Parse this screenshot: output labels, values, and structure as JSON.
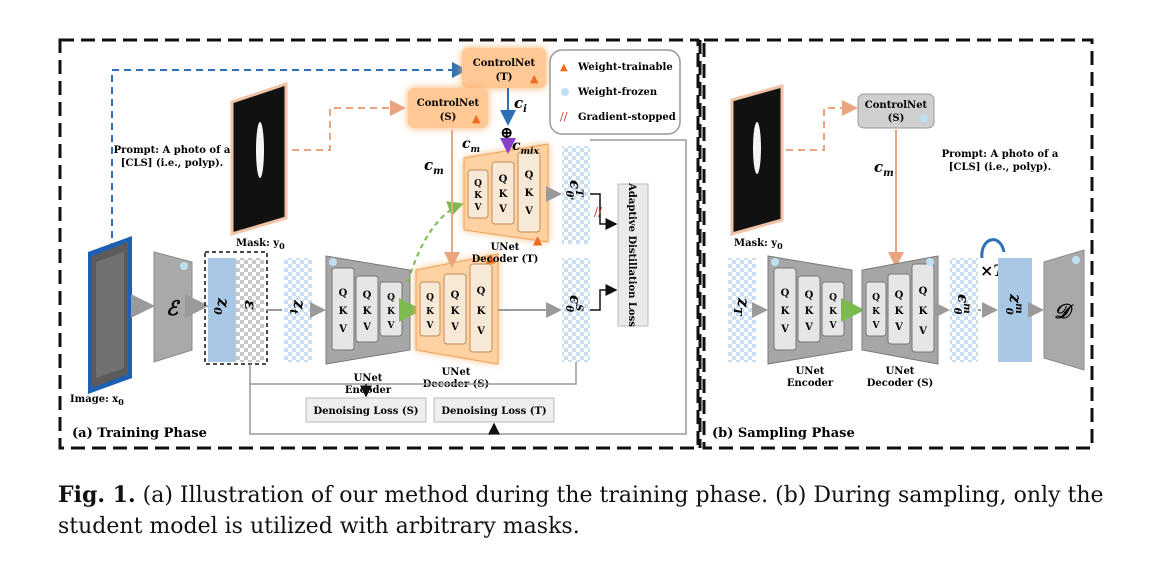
{
  "training": {
    "phase_label": "(a) Training Phase",
    "controlnet_t": [
      "ControlNet",
      "(T)"
    ],
    "controlnet_s": [
      "ControlNet",
      "(S)"
    ],
    "prompt": [
      "Prompt: A photo of a",
      "[CLS] (i.e., polyp)."
    ],
    "mask_label": "Mask: y",
    "mask_sub": "0",
    "image_label": "Image: x",
    "image_sub": "0",
    "encoder_sym": "ℰ",
    "z0": "z",
    "z0_sub": "0",
    "eps": "ε",
    "zt": "z",
    "zt_sub": "t",
    "c_i": "c",
    "c_i_sub": "i",
    "c_m": "c",
    "c_m_sub": "m",
    "c_mix": "c",
    "c_mix_sub": "mix",
    "oplus": "⊕",
    "unet_encoder": [
      "UNet",
      "Encoder"
    ],
    "unet_decoder_s": [
      "UNet",
      "Decoder (S)"
    ],
    "unet_decoder_t": [
      "UNet",
      "Decoder (T)"
    ],
    "eps_t": "ϵ",
    "eps_t_sup": "T",
    "eps_t_sub": "θ'",
    "eps_s": "ϵ",
    "eps_s_sup": "S",
    "eps_s_sub": "θ",
    "adl": "Adaptive Distillation Loss",
    "loss_s": "Denoising Loss (S)",
    "loss_t": "Denoising Loss (T)",
    "qkv": [
      "Q",
      "K",
      "V"
    ]
  },
  "legend": {
    "trainable": "Weight-trainable",
    "frozen": "Weight-frozen",
    "stopped": "Gradient-stopped"
  },
  "sampling": {
    "phase_label": "(b) Sampling Phase",
    "controlnet_s": [
      "ControlNet",
      "(S)"
    ],
    "prompt": [
      "Prompt: A photo of a",
      "[CLS] (i.e., polyp)."
    ],
    "mask_label": "Mask: y",
    "mask_sub": "0",
    "zT": "z",
    "zT_sub": "T",
    "c_m": "c",
    "c_m_sub": "m",
    "unet_encoder": [
      "UNet",
      "Encoder"
    ],
    "unet_decoder_s": [
      "UNet",
      "Decoder (S)"
    ],
    "eps_m": "ϵ",
    "eps_m_sup": "m",
    "eps_m_sub": "θ",
    "times_T": "×T",
    "z0m": "z",
    "z0m_sup": "m",
    "z0m_sub": "0",
    "decoder_sym": "𝒟"
  },
  "caption": {
    "fig": "Fig. 1.",
    "text": " (a) Illustration of our method during the training phase. (b) During sampling, only the student model is utilized with arbitrary masks."
  },
  "colors": {
    "orange_glow": "#f7b069",
    "arrow_orange": "#e8a57e",
    "arrow_blue": "#2f6fb5",
    "arrow_green": "#7dbb4f",
    "arrow_purple": "#8a3fc8",
    "checker_blue": "#c9def0",
    "z0_blue": "#a9c8e6",
    "unet_gray": "#9a9a9a",
    "block_beige": "#f5e7d9"
  }
}
